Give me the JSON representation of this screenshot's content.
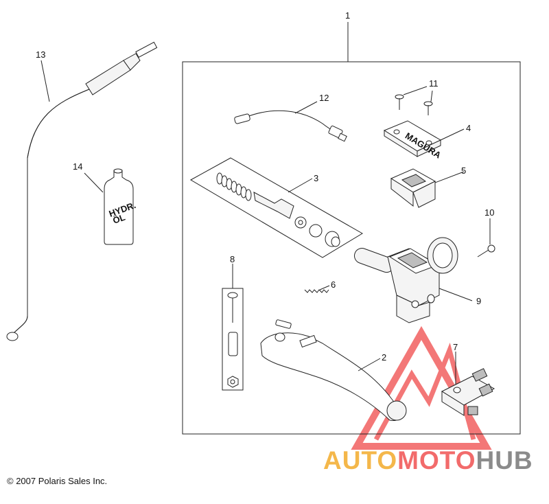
{
  "copyright": "© 2007 Polaris Sales Inc.",
  "watermark": {
    "part1": "AUTO",
    "part2": "MOTO",
    "part3": "HUB"
  },
  "labels": {
    "bottle": "HYDR.\nÖL",
    "cap": "MAGURA"
  },
  "callouts": {
    "c1": "1",
    "c2": "2",
    "c3": "3",
    "c4": "4",
    "c5": "5",
    "c6": "6",
    "c7": "7",
    "c8": "8",
    "c9": "9",
    "c10": "10",
    "c11": "11",
    "c12": "12",
    "c13": "13",
    "c14": "14"
  },
  "colors": {
    "watermark_red": "#f04a4a",
    "watermark_orange": "#f4b74a",
    "watermark_gray": "#8b8b8b"
  }
}
